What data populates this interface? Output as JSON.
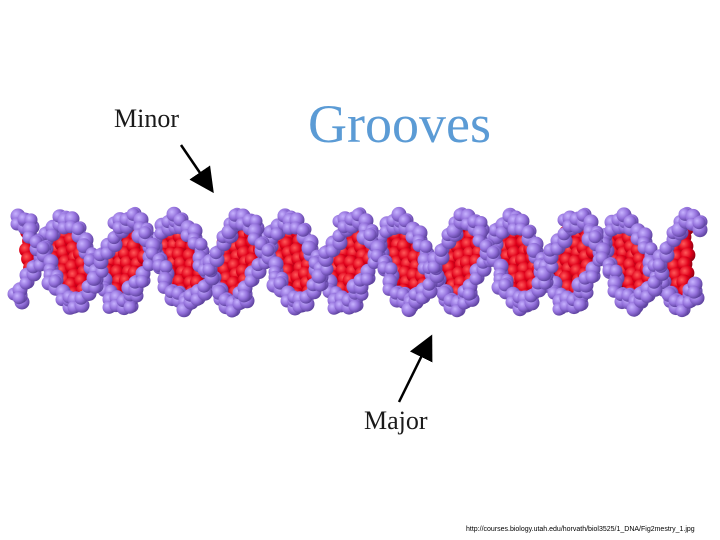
{
  "title": "Grooves",
  "labels": {
    "minor": "Minor",
    "major": "Major"
  },
  "source_url": "http://courses.biology.utah.edu/horvath/biol3525/1_DNA/Fig2mestry_1.jpg",
  "colors": {
    "title": "#5b9bd5",
    "backbone": "#9370db",
    "bases": "#e0001a"
  }
}
